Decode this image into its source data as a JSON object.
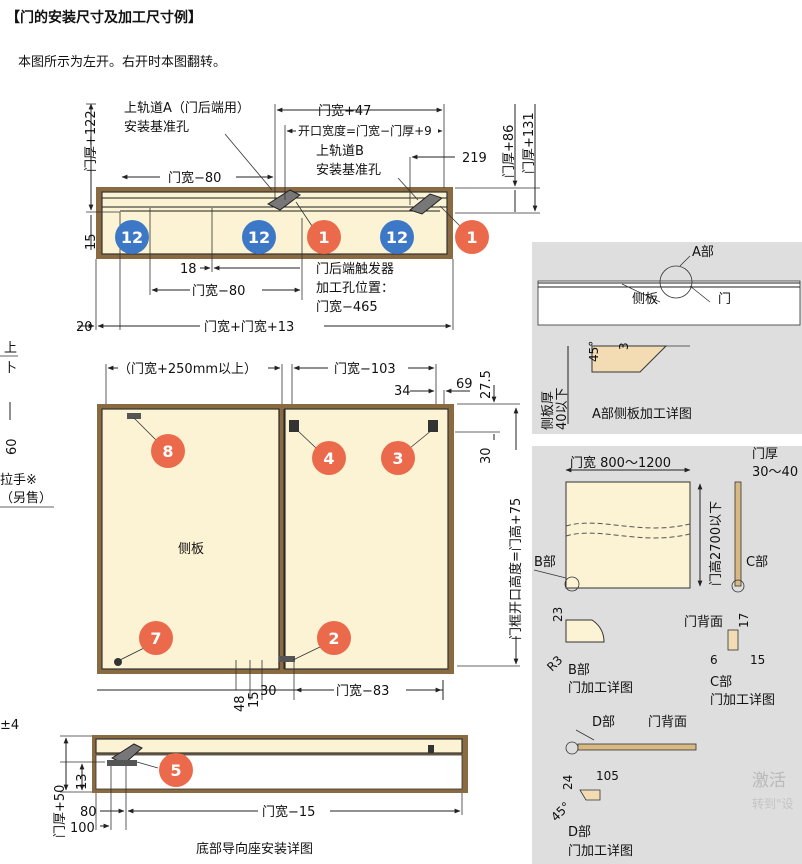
{
  "header": {
    "title": "【门的安装尺寸及加工尺寸例】",
    "note": "本图所示为左开。右开时本图翻转。"
  },
  "top_view": {
    "rail_a_line1": "上轨道A（门后端用）",
    "rail_a_line2": "安装基准孔",
    "rail_b_line1": "上轨道B",
    "rail_b_line2": "安装基准孔",
    "door_width_plus47": "门宽+47",
    "opening_width": "开口宽度=门宽−门厚+9",
    "door_thick_plus86": "门厚+86",
    "door_thick_plus131": "门厚+131",
    "door_thick_plus122": "门厚+122",
    "dim_219": "219",
    "door_width_minus80_top": "门宽−80",
    "dim_15": "15",
    "dim_18": "18",
    "trigger_line1": "门后端触发器",
    "trigger_line2": "加工孔位置：",
    "trigger_line3": "门宽−465",
    "door_width_minus80_bottom": "门宽−80",
    "dim_20": "20",
    "door_width_plus13": "门宽+门宽+13"
  },
  "front_view": {
    "door_width_plus250": "（门宽+250mm以上）",
    "door_width_minus103": "门宽−103",
    "dim_34": "34",
    "dim_69": "69",
    "dim_27_5": "27.5",
    "dim_30_right": "30",
    "frame_height": "门框开口高度=门高+75",
    "side_panel": "侧板",
    "dim_48": "48",
    "dim_15b": "15",
    "dim_30_bottom": "30",
    "door_width_minus83": "门宽−83",
    "left_cut_1": "上",
    "left_cut_2": "卜",
    "left_cut_60": "60",
    "handle_note_1": "拉手※",
    "handle_note_2": "（另售）",
    "left_cut_pm4": "±4"
  },
  "bottom_view": {
    "door_thick_plus50": "门厚+50",
    "dim_13": "13",
    "dim_80": "80",
    "dim_100": "100",
    "door_width_minus15": "门宽−15",
    "caption": "底部导向座安装详图"
  },
  "markers": [
    "1",
    "1",
    "12",
    "12",
    "12",
    "8",
    "4",
    "3",
    "7",
    "2",
    "5"
  ],
  "right_panel": {
    "part_a": "A部",
    "side_board": "侧板",
    "door": "门",
    "angle_45": "45°",
    "dim_3": "3",
    "side_thick_1": "侧板厚",
    "side_thick_2": "40以下",
    "part_a_detail": "A部侧板加工详图",
    "door_width_range": "门宽 800～1200",
    "door_thick_1": "门厚",
    "door_thick_2": "30～40",
    "door_height": "门高2700以下",
    "part_b": "B部",
    "part_c": "C部",
    "dim_23": "23",
    "r3": "R3",
    "part_b_detail_1": "B部",
    "part_b_detail_2": "门加工详图",
    "door_back": "门背面",
    "dim_17": "17",
    "dim_6": "6",
    "dim_15c": "15",
    "part_c_detail_1": "C部",
    "part_c_detail_2": "门加工详图",
    "part_d": "D部",
    "door_back_d": "门背面",
    "dim_24": "24",
    "dim_105": "105",
    "angle_45b": "45°",
    "part_d_detail_1": "D部",
    "part_d_detail_2": "门加工详图",
    "watermark_1": "激活",
    "watermark_2": "转到\"设"
  },
  "colors": {
    "blue_marker": "#3d78c6",
    "orange_marker": "#ec6a4c",
    "board": "#fbf3d3",
    "frame": "#8a6a40",
    "gray_panel": "#dedede"
  }
}
